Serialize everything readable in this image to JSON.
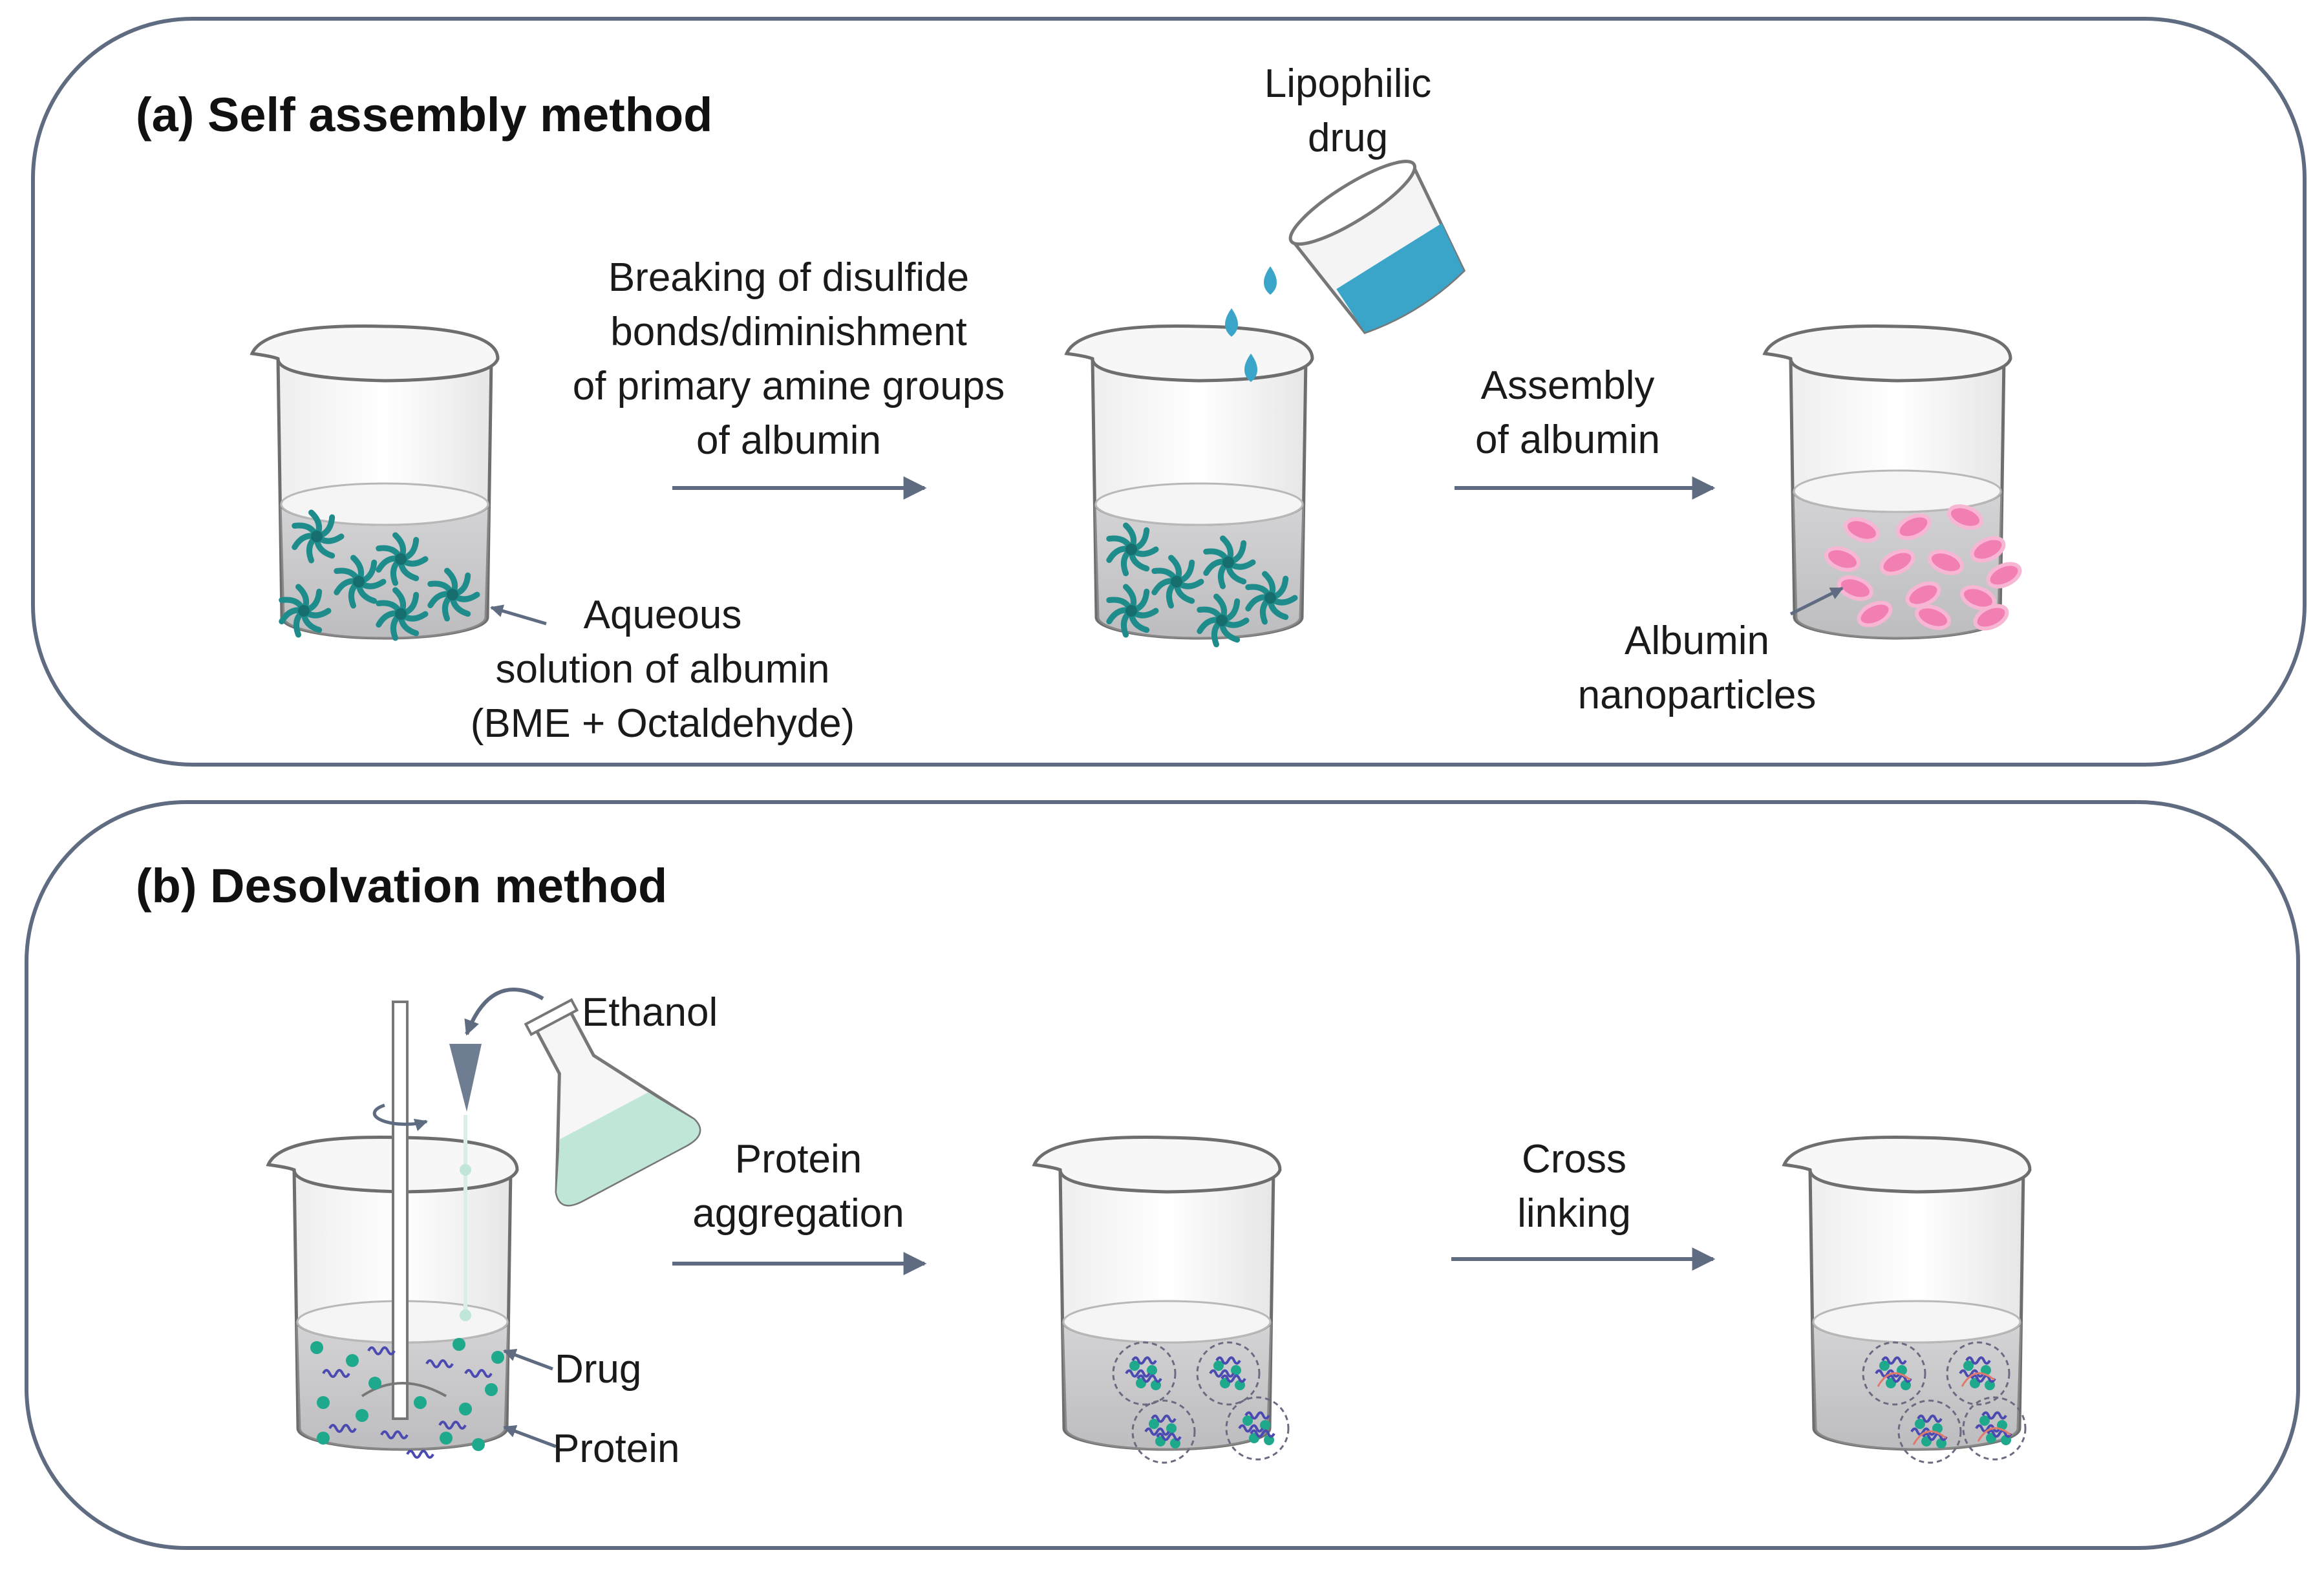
{
  "panel_a": {
    "title": "(a) Self assembly method",
    "lipophilic_drug": [
      "Lipophilic",
      "drug"
    ],
    "step1": [
      "Breaking of disulfide",
      "bonds/diminishment",
      "of primary amine groups",
      "of albumin"
    ],
    "step2": [
      "Assembly",
      "of albumin"
    ],
    "aqueous": [
      "Aqueous",
      "solution of albumin",
      "(BME + Octaldehyde)"
    ],
    "nanoparticles": [
      "Albumin",
      "nanoparticles"
    ]
  },
  "panel_b": {
    "title": "(b) Desolvation method",
    "ethanol": "Ethanol",
    "step1": [
      "Protein",
      "aggregation"
    ],
    "step2": [
      "Cross",
      "linking"
    ],
    "drug": "Drug",
    "protein": "Protein"
  },
  "colors": {
    "panel_border": "#5e6b80",
    "arrow": "#5e6b80",
    "liquid": "#c9c9cb",
    "albumin": "#1f8c8c",
    "drug_drop": "#3aa5c8",
    "nanoparticle": "#f27fb2",
    "ethanol": "#bfe6d6",
    "drug_dot": "#1ea88c",
    "protein": "#4a4ab0"
  }
}
